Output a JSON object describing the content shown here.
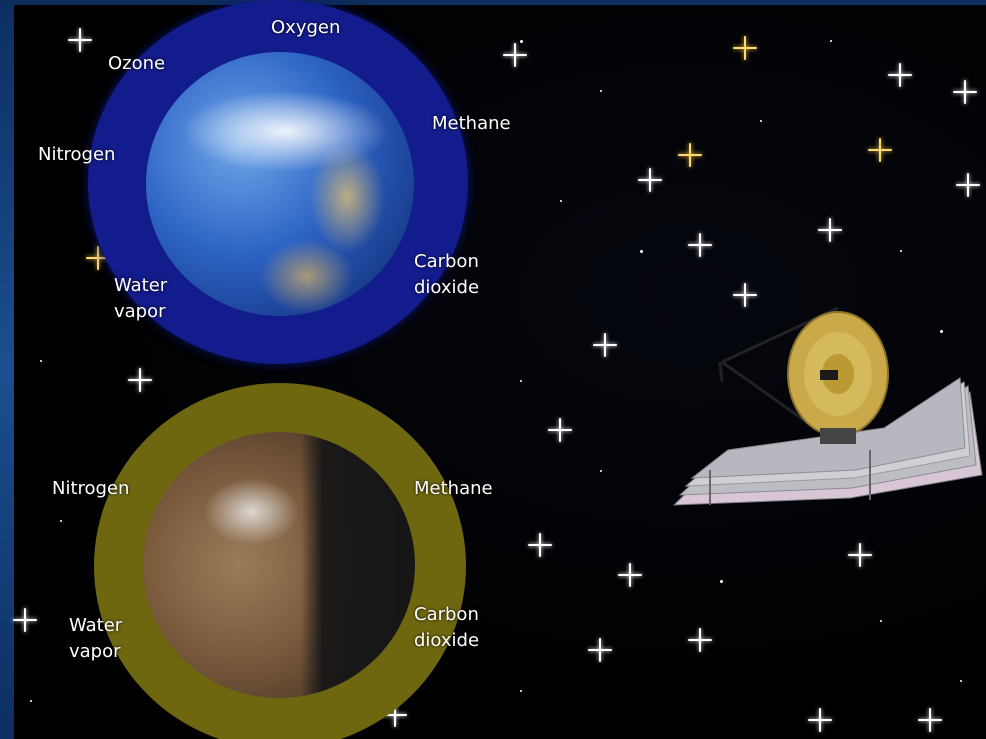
{
  "earth_panel": {
    "gases": {
      "oxygen": "Oxygen",
      "ozone": "Ozone",
      "nitrogen": "Nitrogen",
      "methane": "Methane",
      "carbon_dioxide_1": "Carbon",
      "carbon_dioxide_2": "dioxide",
      "water_vapor_1": "Water",
      "water_vapor_2": "vapor"
    },
    "atmosphere_color": "#131c8c"
  },
  "exoplanet_panel": {
    "gases": {
      "nitrogen": "Nitrogen",
      "methane": "Methane",
      "carbon_dioxide_1": "Carbon",
      "carbon_dioxide_2": "dioxide",
      "water_vapor_1": "Water",
      "water_vapor_2": "vapor"
    },
    "atmosphere_color": "#6e6710"
  },
  "telescope": {
    "icon": "space-telescope-icon",
    "mirror_color": "#c9a94a",
    "sunshield_color": "#c9c9c9"
  },
  "background": {
    "sky_color": "#000000",
    "edge_color": "#1b4f8f"
  }
}
